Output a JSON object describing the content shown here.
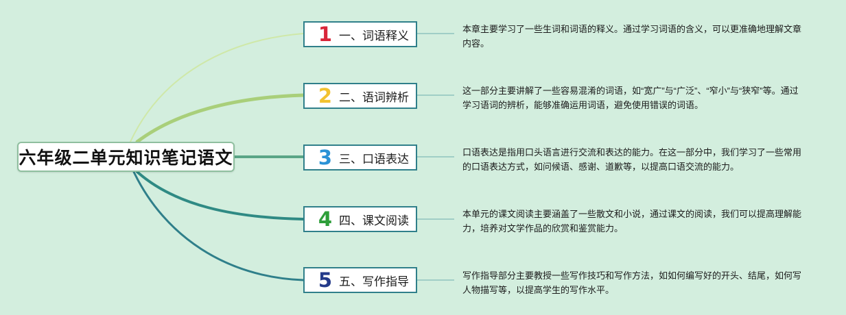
{
  "root": {
    "title": "六年级二单元知识笔记语文"
  },
  "branches": [
    {
      "number": "1",
      "label": "一、词语释义",
      "color": "#d9263a",
      "description": "本章主要学习了一些生词和词语的释义。通过学习词语的含义，可以更准确地理解文章内容。"
    },
    {
      "number": "2",
      "label": "二、语词辨析",
      "color": "#f2c230",
      "description": "这一部分主要讲解了一些容易混淆的词语，如“宽广”与“广泛”、“窄小”与“狭窄”等。通过学习语词的辨析，能够准确运用词语，避免使用错误的词语。"
    },
    {
      "number": "3",
      "label": "三、口语表达",
      "color": "#2a92d6",
      "description": "口语表达是指用口头语言进行交流和表达的能力。在这一部分中，我们学习了一些常用的口语表达方式，如问候语、感谢、道歉等，以提高口语交流的能力。"
    },
    {
      "number": "4",
      "label": "四、课文阅读",
      "color": "#2e9e3a",
      "description": "本单元的课文阅读主要涵盖了一些散文和小说，通过课文的阅读，我们可以提高理解能力，培养对文学作品的欣赏和鉴赏能力。"
    },
    {
      "number": "5",
      "label": "五、写作指导",
      "color": "#243a8a",
      "description": "写作指导部分主要教授一些写作技巧和写作方法，如如何编写好的开头、结尾，如何写人物描写等，以提高学生的写作水平。"
    }
  ],
  "connector_colors": [
    "#cfe8a8",
    "#a9cf7a",
    "#5aa586",
    "#2f8a84",
    "#2f7f8a"
  ]
}
